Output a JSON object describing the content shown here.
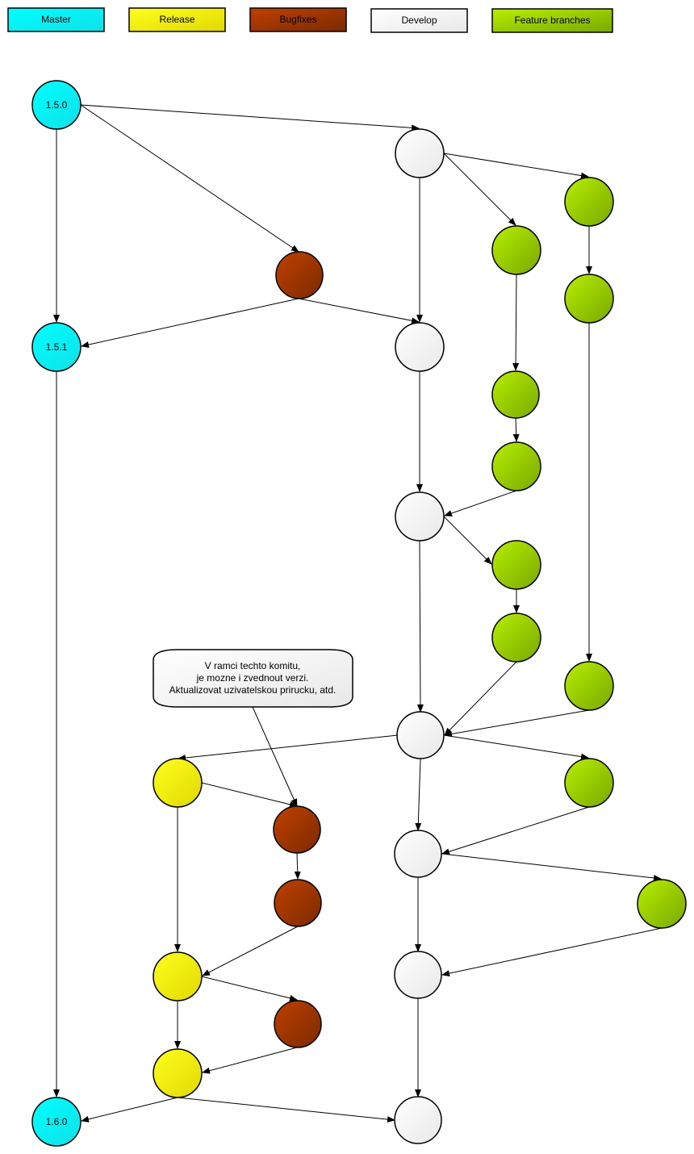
{
  "legend": {
    "master": "Master",
    "release": "Release",
    "bugfixes": "Bugfixes",
    "develop": "Develop",
    "feature": "Feature branches"
  },
  "colors": {
    "master": [
      "#00ffff",
      "#10e0e8"
    ],
    "release": [
      "#ffff20",
      "#e0d800"
    ],
    "bugfixes": [
      "#c04000",
      "#7a2a00"
    ],
    "develop": [
      "#ffffff",
      "#e8e8e8"
    ],
    "feature": [
      "#b8ee00",
      "#78a800"
    ]
  },
  "nodes": {
    "m1": "1.5.0",
    "m2": "1.5.1",
    "m3": "1.6.0"
  },
  "note": {
    "line1": "V ramci techto komitu,",
    "line2": "je mozne i zvednout verzi.",
    "line3": "Aktualizovat uzivatelskou prirucku, atd."
  }
}
